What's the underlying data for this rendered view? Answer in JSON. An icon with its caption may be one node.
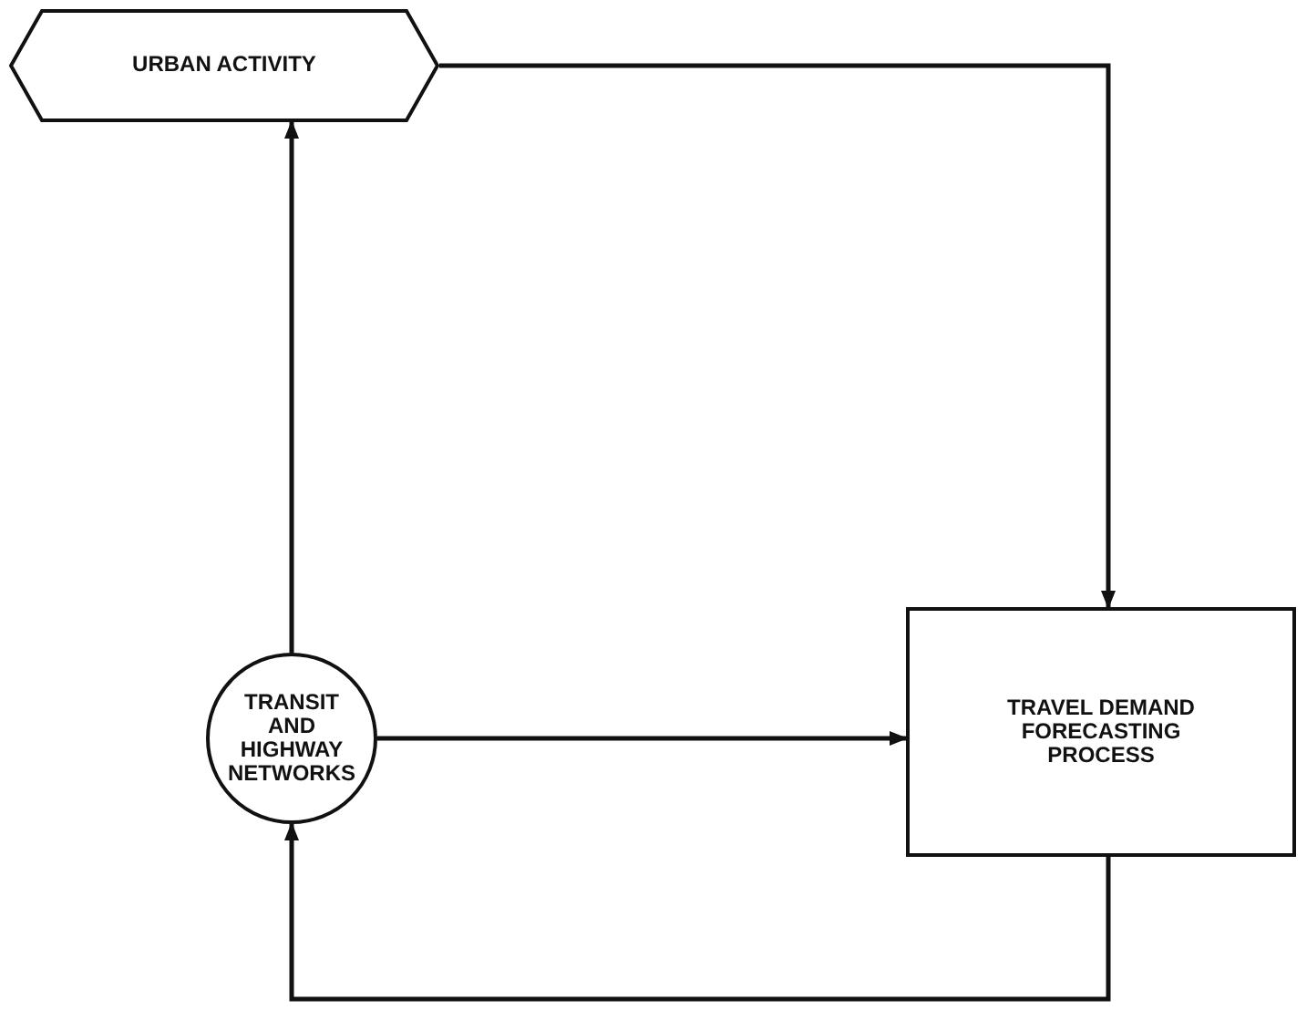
{
  "diagram": {
    "nodes": [
      {
        "text": [
          "URBAN ACTIVITY"
        ]
      },
      {
        "text": [
          "TRANSIT AND HIGHWAY NETWORKS"
        ]
      },
      {
        "text": [
          "TRAVEL DEMAND FORECASTING PROCESS"
        ]
      }
    ],
    "edges": [
      {
        "from": 0,
        "to": 2,
        "arrow": "to"
      },
      {
        "from": 1,
        "to": 0,
        "arrow": "to"
      },
      {
        "from": 1,
        "to": 2,
        "arrow": "to"
      },
      {
        "from": 2,
        "to": 1,
        "arrow": "to"
      }
    ]
  }
}
